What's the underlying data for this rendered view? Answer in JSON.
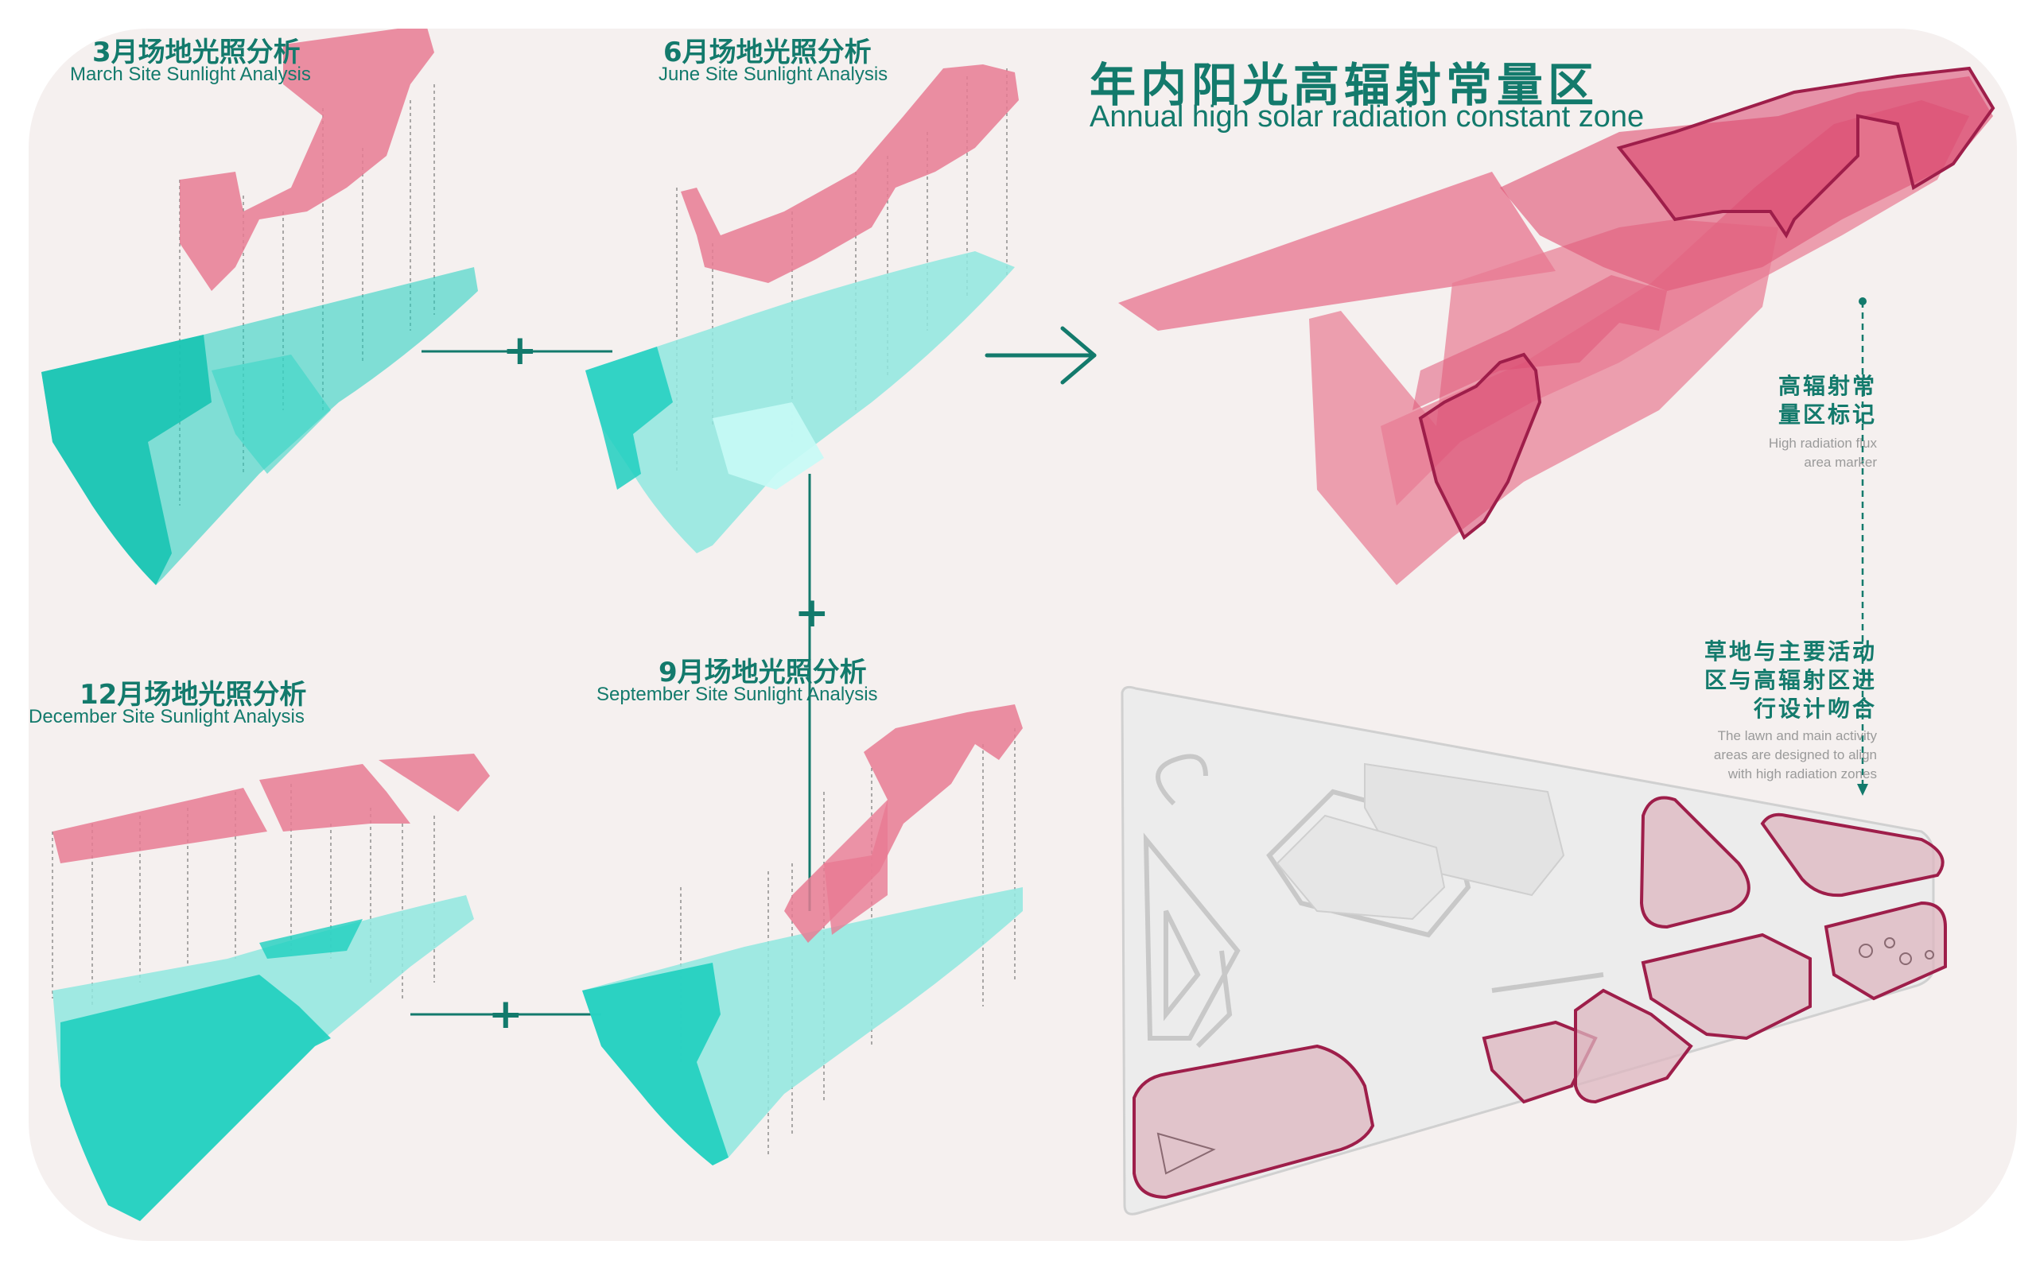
{
  "panels": {
    "march": {
      "cn": "3月场地光照分析",
      "en": "March Site Sunlight Analysis"
    },
    "june": {
      "cn": "6月场地光照分析",
      "en": "June Site Sunlight Analysis"
    },
    "december": {
      "cn": "12月场地光照分析",
      "en": "December Site Sunlight Analysis"
    },
    "september": {
      "cn": "9月场地光照分析",
      "en": "September Site Sunlight Analysis"
    }
  },
  "result": {
    "title_cn": "年内阳光高辐射常量区",
    "title_en": "Annual high solar radiation constant zone"
  },
  "marker_note": {
    "cn_line1": "高辐射常",
    "cn_line2": "量区标记",
    "en_line1": "High radiation flux",
    "en_line2": "area marker"
  },
  "design_note": {
    "cn_line1": "草地与主要活动",
    "cn_line2": "区与高辐射区进",
    "cn_line3": "行设计吻合",
    "en_line1": "The lawn and main activity",
    "en_line2": "areas are designed to align",
    "en_line3": "with high radiation zones"
  },
  "colors": {
    "background": "#f5f0ef",
    "teal": "#1ecfbf",
    "teal_light": "#8fe8df",
    "pink": "#e87b93",
    "pink_deep": "#e05a7a",
    "outline": "#9e1e4a",
    "accent_green": "#137a6c"
  },
  "operators": {
    "plus": "+",
    "arrow": "→"
  }
}
